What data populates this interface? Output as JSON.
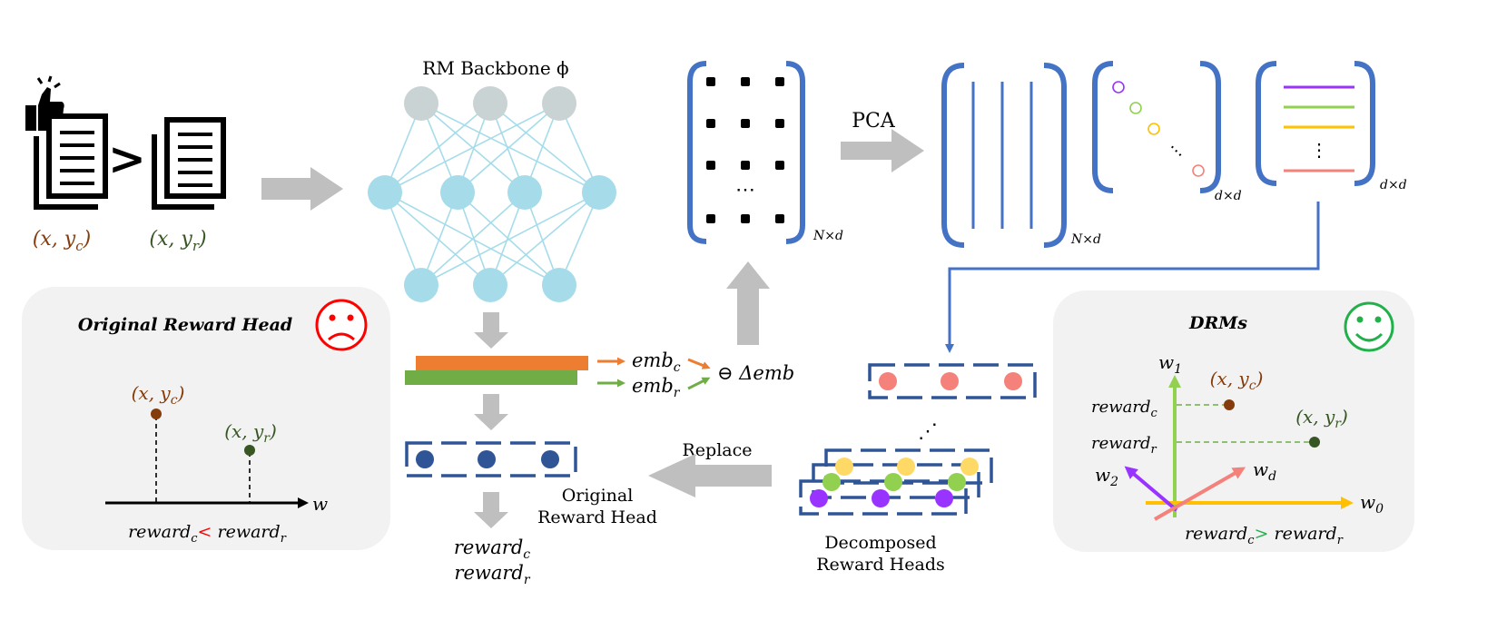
{
  "backbone": {
    "title": "RM Backbone ϕ"
  },
  "inputs": {
    "chosen": "(x, y",
    "chosen_sub": "c",
    "chosen_close": ")",
    "rejected": "(x, y",
    "rejected_sub": "r",
    "rejected_close": ")",
    "greater": ">"
  },
  "matrices": {
    "pca_label": "PCA",
    "nd_label_1": "N×d",
    "nd_label_2": "N×d",
    "dd_label": "d×d",
    "dd_label_2": "d×d",
    "ellipsis": "⋯",
    "vdots": "⋮"
  },
  "embeddings": {
    "emb_c": "emb",
    "emb_c_sub": "c",
    "emb_r": "emb",
    "emb_r_sub": "r",
    "delta": "⊖ Δemb"
  },
  "original_head": {
    "label_line1": "Original",
    "label_line2": "Reward Head",
    "out_c": "reward",
    "out_c_sub": "c",
    "out_r": "reward",
    "out_r_sub": "r"
  },
  "replace_label": "Replace",
  "decomposed": {
    "label_line1": "Decomposed",
    "label_line2": "Reward Heads",
    "ellipsis": "⋰"
  },
  "left_panel": {
    "title": "Original Reward Head",
    "point_c": "(x, y",
    "point_c_sub": "c",
    "point_r": "(x, y",
    "point_r_sub": "r",
    "axis": "w",
    "footer_left": "reward",
    "footer_left_sub": "c",
    "footer_op": "<",
    "footer_right": "reward",
    "footer_right_sub": "r"
  },
  "right_panel": {
    "title": "DRMs",
    "axis_w1": "w",
    "axis_w1_sub": "1",
    "axis_w2": "w",
    "axis_w2_sub": "2",
    "axis_wd": "w",
    "axis_wd_sub": "d",
    "axis_w0": "w",
    "axis_w0_sub": "0",
    "point_c": "(x, y",
    "point_c_sub": "c",
    "point_r": "(x, y",
    "point_r_sub": "r",
    "reward_c": "reward",
    "reward_c_sub": "c",
    "reward_r": "reward",
    "reward_r_sub": "r",
    "footer_left": "reward",
    "footer_left_sub": "c",
    "footer_op": ">",
    "footer_right": "reward",
    "footer_right_sub": "r"
  },
  "colors": {
    "blue": "#4472C4",
    "navy": "#2F5597",
    "gray_arrow": "#BFBFBF",
    "node_gray": "#C9D3D3",
    "node_blue": "#A6DCEA",
    "orange": "#ED7D31",
    "green": "#70AD47",
    "red": "#FF0000",
    "smile_green": "#22B04B",
    "panel_bg": "#F2F2F2",
    "brown": "#843C0C",
    "dark_green": "#375623",
    "yellow": "#FFC000",
    "purple": "#9933FF",
    "salmon": "#F4817A",
    "lime": "#92D050"
  },
  "icons": [
    "thumbs-up-icon",
    "document-icon",
    "sad-face-icon",
    "smile-face-icon"
  ]
}
